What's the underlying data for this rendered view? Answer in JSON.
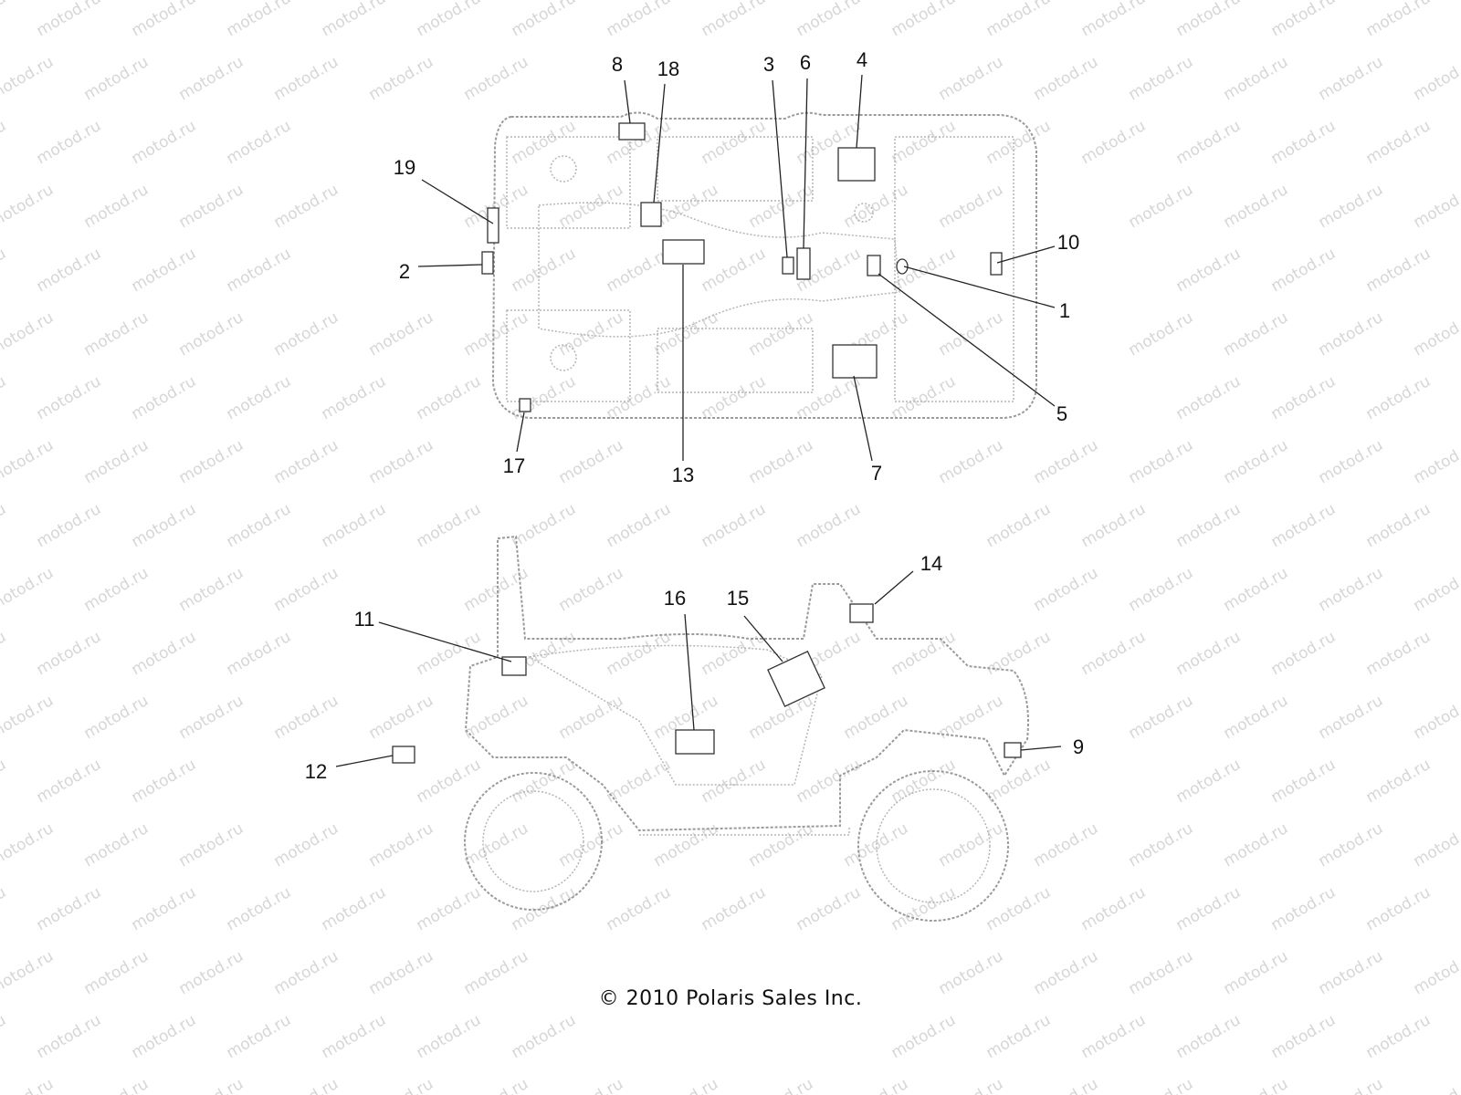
{
  "watermark": "motod.ru",
  "callouts": [
    "8",
    "18",
    "3",
    "6",
    "4",
    "19",
    "2",
    "10",
    "1",
    "5",
    "7",
    "13",
    "17",
    "14",
    "16",
    "15",
    "11",
    "12",
    "9"
  ],
  "copyright": "© 2010 Polaris Sales Inc."
}
